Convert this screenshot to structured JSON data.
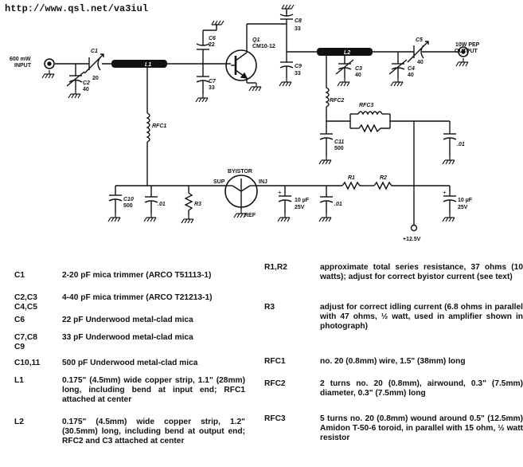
{
  "header": {
    "url": "http://www.qsl.net/va3iul"
  },
  "schematic": {
    "input_label_1": "600 mW",
    "input_label_2": "INPUT",
    "output_label_1": "10W PEP",
    "output_label_2": "OUTPUT",
    "c1": "C1",
    "c1_val": "20",
    "c2": "C2",
    "c2_val": "40",
    "c3": "C3",
    "c3_val": "40",
    "c4": "C4",
    "c4_val": "40",
    "c5": "C5",
    "c5_val": "40",
    "c6": "C6",
    "c6_val": "22",
    "c7": "C7",
    "c7_val": "33",
    "c8": "C8",
    "c8_val": "33",
    "c9": "C9",
    "c9_val": "33",
    "c10": "C10",
    "c10_val": "500",
    "c11": "C11",
    "c11_val": "500",
    "l1": "L1",
    "l2": "L2",
    "q1_1": "Q1",
    "q1_2": "CM10-12",
    "rfc1": "RFC1",
    "rfc2": "RFC2",
    "rfc3": "RFC3",
    "r1": "R1",
    "r2": "R2",
    "r3": "R3",
    "cap01": ".01",
    "bypass_10uf_1": "10 µF",
    "bypass_25v": "25V",
    "byistor": "BYISTOR",
    "sup": "SUP",
    "inj": "INJ",
    "ref": "REF",
    "supply": "+12.5V"
  },
  "parts_list": {
    "left": [
      {
        "ref": "C1",
        "desc": "2-20 pF mica trimmer (ARCO T51113-1)"
      },
      {
        "ref": "C2,C3\nC4,C5",
        "desc": "4-40 pF mica trimmer (ARCO T21213-1)"
      },
      {
        "ref": "C6",
        "desc": "22 pF Underwood metal-clad mica"
      },
      {
        "ref": "C7,C8\nC9",
        "desc": "33 pF Underwood metal-clad mica"
      },
      {
        "ref": "C10,11",
        "desc": "500 pF Underwood metal-clad mica"
      },
      {
        "ref": "L1",
        "desc": "0.175\" (4.5mm) wide copper strip, 1.1\" (28mm) long, including bend at input end; RFC1 attached at center"
      },
      {
        "ref": "L2",
        "desc": "0.175\" (4.5mm) wide copper strip, 1.2\" (30.5mm) long, including bend at output end; RFC2 and C3 attached at center"
      }
    ],
    "right": [
      {
        "ref": "R1,R2",
        "desc": "approximate total series resistance, 37 ohms (10 watts); adjust for correct byistor current (see text)"
      },
      {
        "ref": "R3",
        "desc": "adjust for correct idling current (6.8 ohms in parallel with 47 ohms, ½ watt, used in amplifier shown in photograph)"
      },
      {
        "ref": "RFC1",
        "desc": "no. 20 (0.8mm) wire, 1.5\" (38mm) long"
      },
      {
        "ref": "RFC2",
        "desc": "2 turns no. 20 (0.8mm), airwound, 0.3\" (7.5mm) diameter, 0.3\" (7.5mm) long"
      },
      {
        "ref": "RFC3",
        "desc": "5 turns no. 20 (0.8mm) wound around 0.5\" (12.5mm) Amidon T-50-6 toroid, in parallel with 15 ohm, ½ watt resistor"
      }
    ]
  }
}
